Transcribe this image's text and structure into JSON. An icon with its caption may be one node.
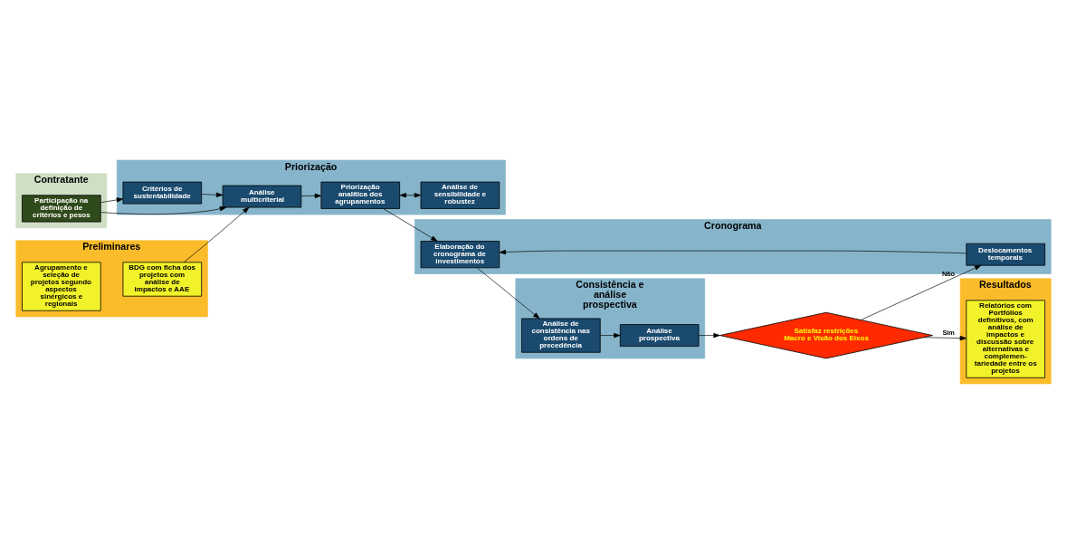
{
  "diagram": {
    "nodes": [
      {
        "text": [
          "Contratante"
        ]
      },
      {
        "text": [
          "Participação na definição de critérios e pesos"
        ],
        "in": 0
      },
      {
        "text": [
          "Preliminares"
        ]
      },
      {
        "text": [
          "Agrupamento e seleção de projetos segundo aspectos sinérgicos e regionais"
        ],
        "in": 2
      },
      {
        "text": [
          "BDG com ficha dos projetos com análise de impactos e AAE"
        ],
        "in": 2
      },
      {
        "text": [
          "Priorização"
        ]
      },
      {
        "text": [
          "Critérios de sustentabilidade"
        ],
        "in": 5
      },
      {
        "text": [
          "Análise multicriterial"
        ],
        "in": 5
      },
      {
        "text": [
          "Priorização analítica dos agrupamentos"
        ],
        "in": 5
      },
      {
        "text": [
          "Análise de sensibilidade e robustez"
        ],
        "in": 5
      },
      {
        "text": [
          "Cronograma"
        ]
      },
      {
        "text": [
          "Elaboração do cronograma de investimentos"
        ],
        "in": 10
      },
      {
        "text": [
          "Deslocamentos temporais"
        ],
        "in": 10
      },
      {
        "text": [
          "Consistência e análise prospectiva"
        ]
      },
      {
        "text": [
          "Análise de consistência nas ordens de precedência"
        ],
        "in": 13
      },
      {
        "text": [
          "Análise prospectiva"
        ],
        "in": 13
      },
      {
        "text": [
          "Resultados"
        ]
      },
      {
        "text": [
          "Relatórios com Portfólios definitivos, com análise de impactos e discussão sobre alternativas e complemen- tariedade entre os projetos"
        ],
        "in": 16
      },
      {
        "text": [
          "Satisfaz restrições Macro e Visão dos Eixos"
        ]
      }
    ],
    "edges": [
      {
        "from": 1,
        "to": 6,
        "arrow": "to"
      },
      {
        "from": 1,
        "to": 7,
        "arrow": "to"
      },
      {
        "from": 4,
        "to": 7,
        "arrow": "to"
      },
      {
        "from": 6,
        "to": 7,
        "arrow": "to"
      },
      {
        "from": 7,
        "to": 8,
        "arrow": "to"
      },
      {
        "from": 8,
        "to": 9,
        "arrow": "both"
      },
      {
        "from": 8,
        "to": 11,
        "arrow": "to"
      },
      {
        "from": 12,
        "to": 11,
        "arrow": "to"
      },
      {
        "from": 11,
        "to": 14,
        "arrow": "to"
      },
      {
        "from": 14,
        "to": 15,
        "arrow": "to"
      },
      {
        "from": 15,
        "to": 18,
        "arrow": "to"
      },
      {
        "from": 18,
        "to": 12,
        "arrow": "to",
        "label": "Não"
      },
      {
        "from": 18,
        "to": 17,
        "arrow": "to",
        "label": "Sim"
      }
    ]
  }
}
